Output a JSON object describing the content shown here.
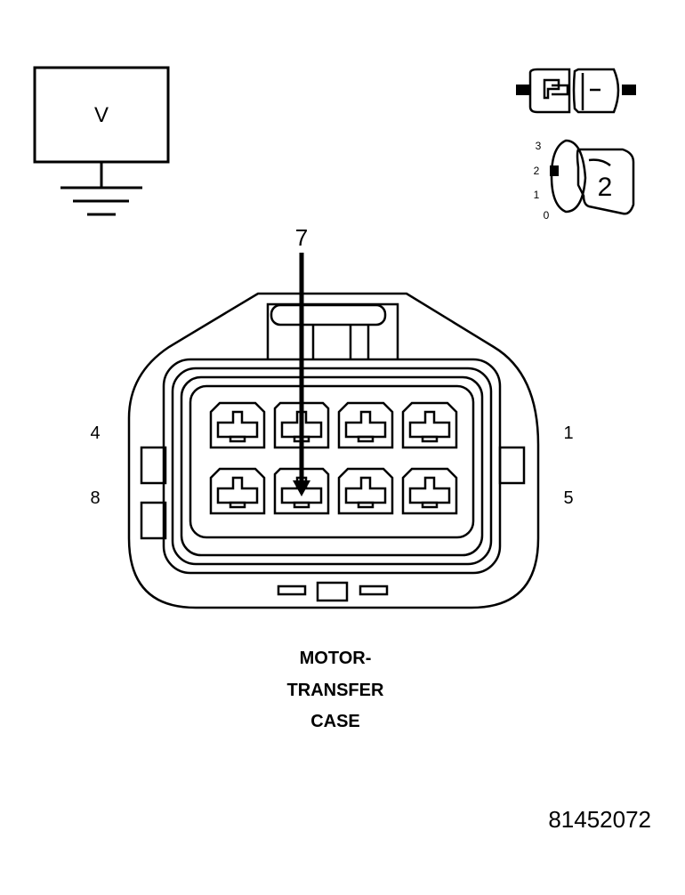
{
  "meter": {
    "mode_symbol": "V"
  },
  "selector": {
    "positions": [
      "3",
      "2",
      "1",
      "0"
    ],
    "selected": "2"
  },
  "connector": {
    "probe_pin": "7",
    "pin_labels": {
      "top_left": "4",
      "bottom_left": "8",
      "top_right": "1",
      "bottom_right": "5"
    }
  },
  "caption": {
    "lines": [
      "MOTOR-",
      "TRANSFER",
      "CASE"
    ]
  },
  "figure_id": "81452072"
}
